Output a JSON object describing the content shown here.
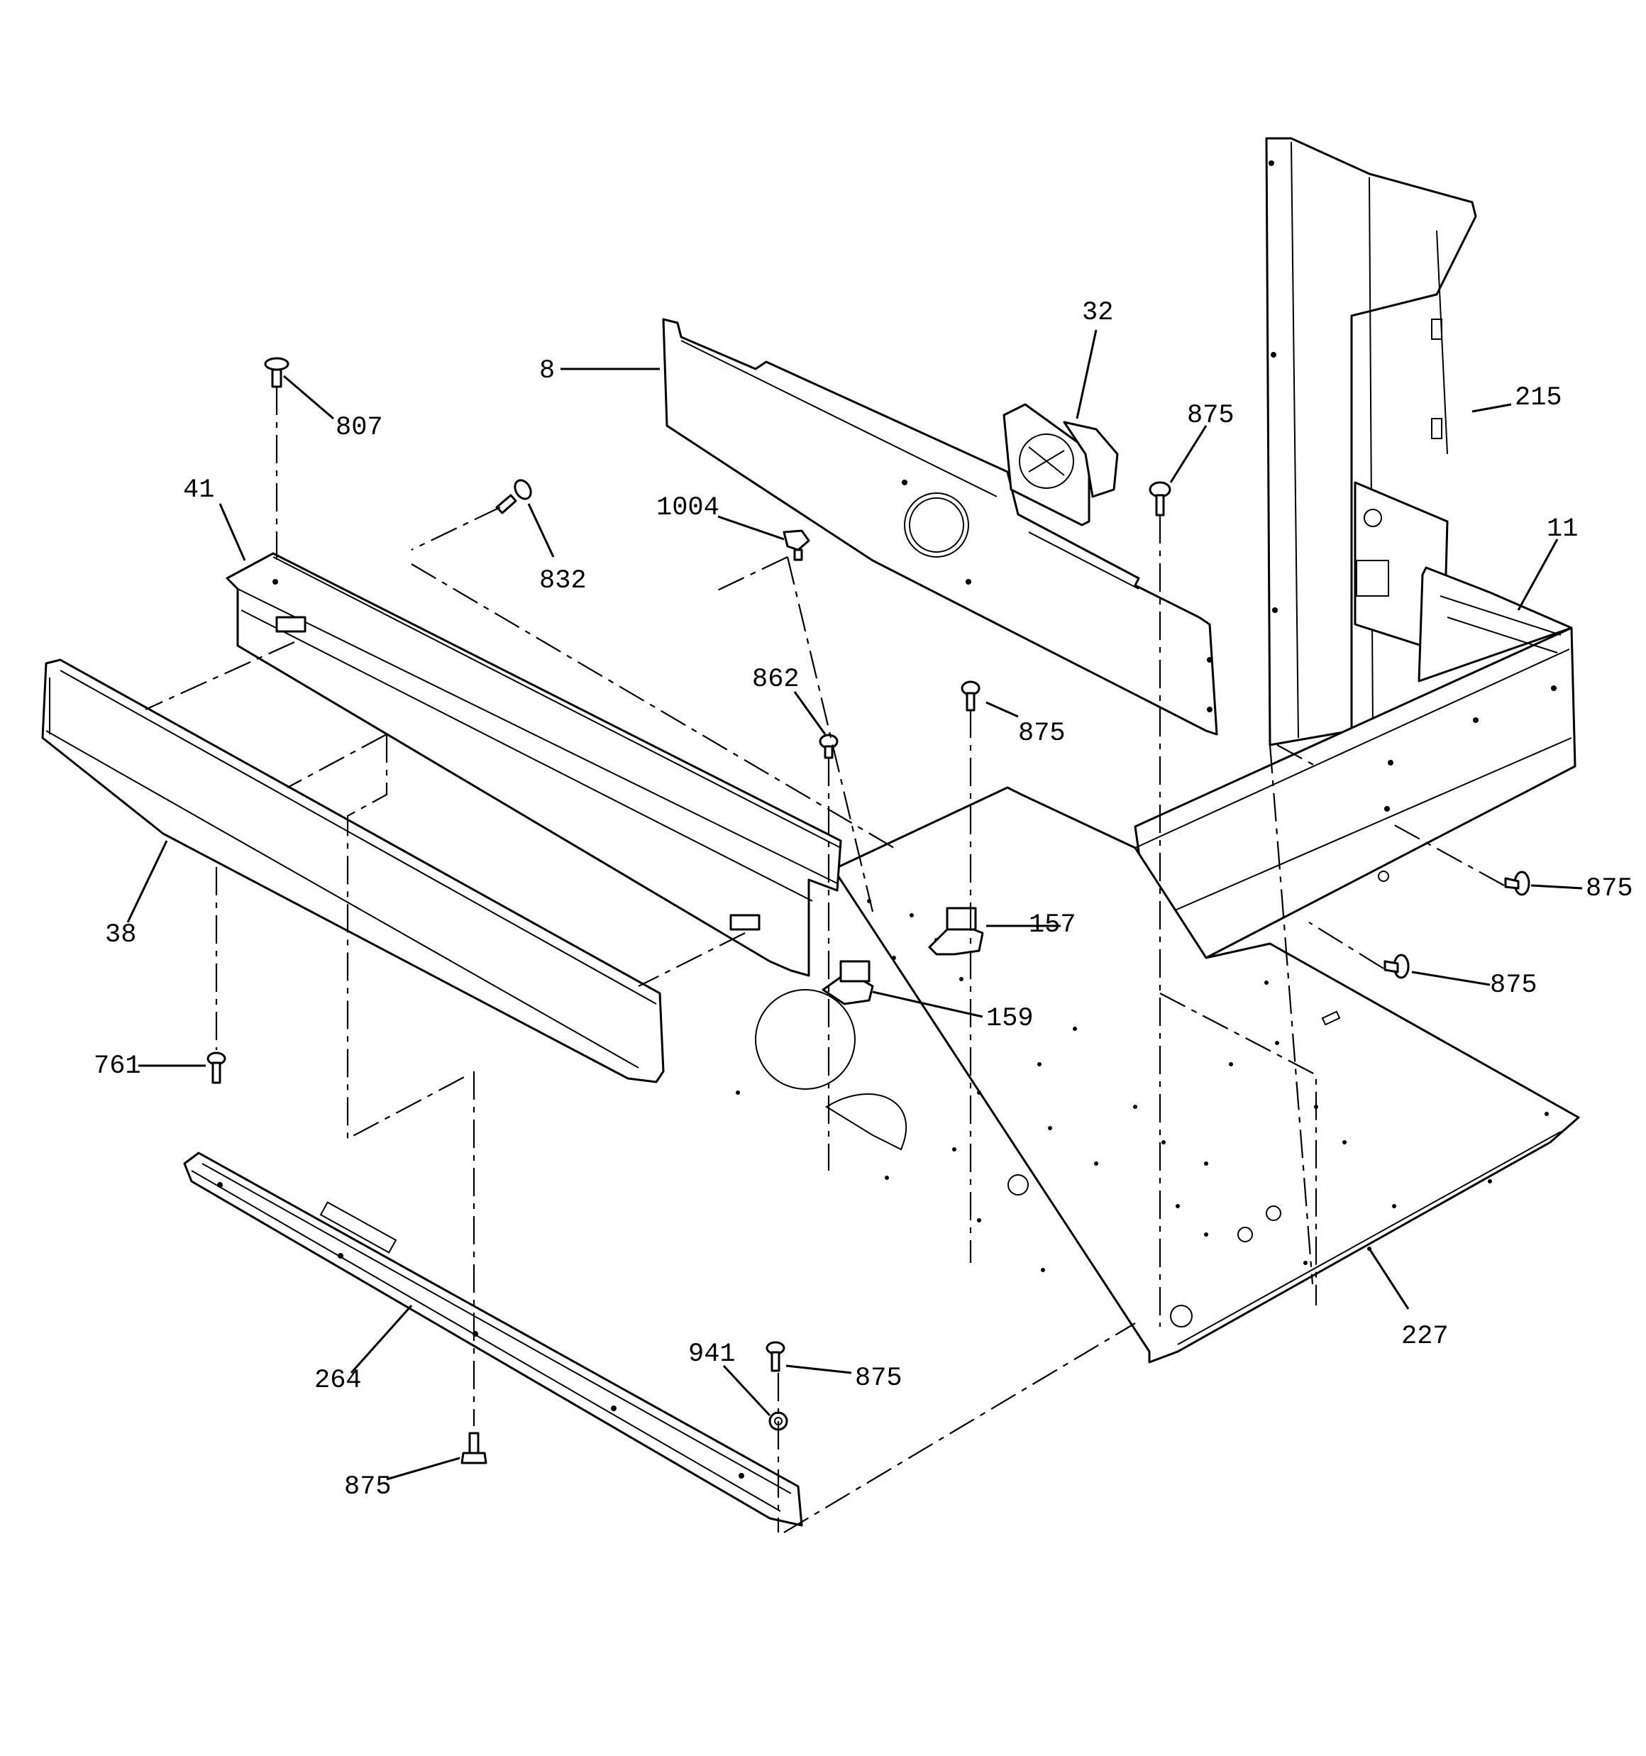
{
  "callouts": {
    "c8": "8",
    "c32": "32",
    "c215": "215",
    "c807": "807",
    "c875_fan": "875",
    "c41": "41",
    "c1004": "1004",
    "c11": "11",
    "c832": "832",
    "c862": "862",
    "c875_mid": "875",
    "c875_right1": "875",
    "c38": "38",
    "c157": "157",
    "c875_right2": "875",
    "c159": "159",
    "c761": "761",
    "c227": "227",
    "c941": "941",
    "c875_bottom": "875",
    "c264": "264",
    "c875_lower": "875"
  },
  "parts": [
    "control-panel-front-38",
    "panel-bracket-41",
    "duct-panel-8",
    "cooling-fan-32",
    "side-panel-215",
    "front-frame-11",
    "bottom-plate-227",
    "trim-rail-264",
    "thermostat-157",
    "thermostat-159"
  ]
}
